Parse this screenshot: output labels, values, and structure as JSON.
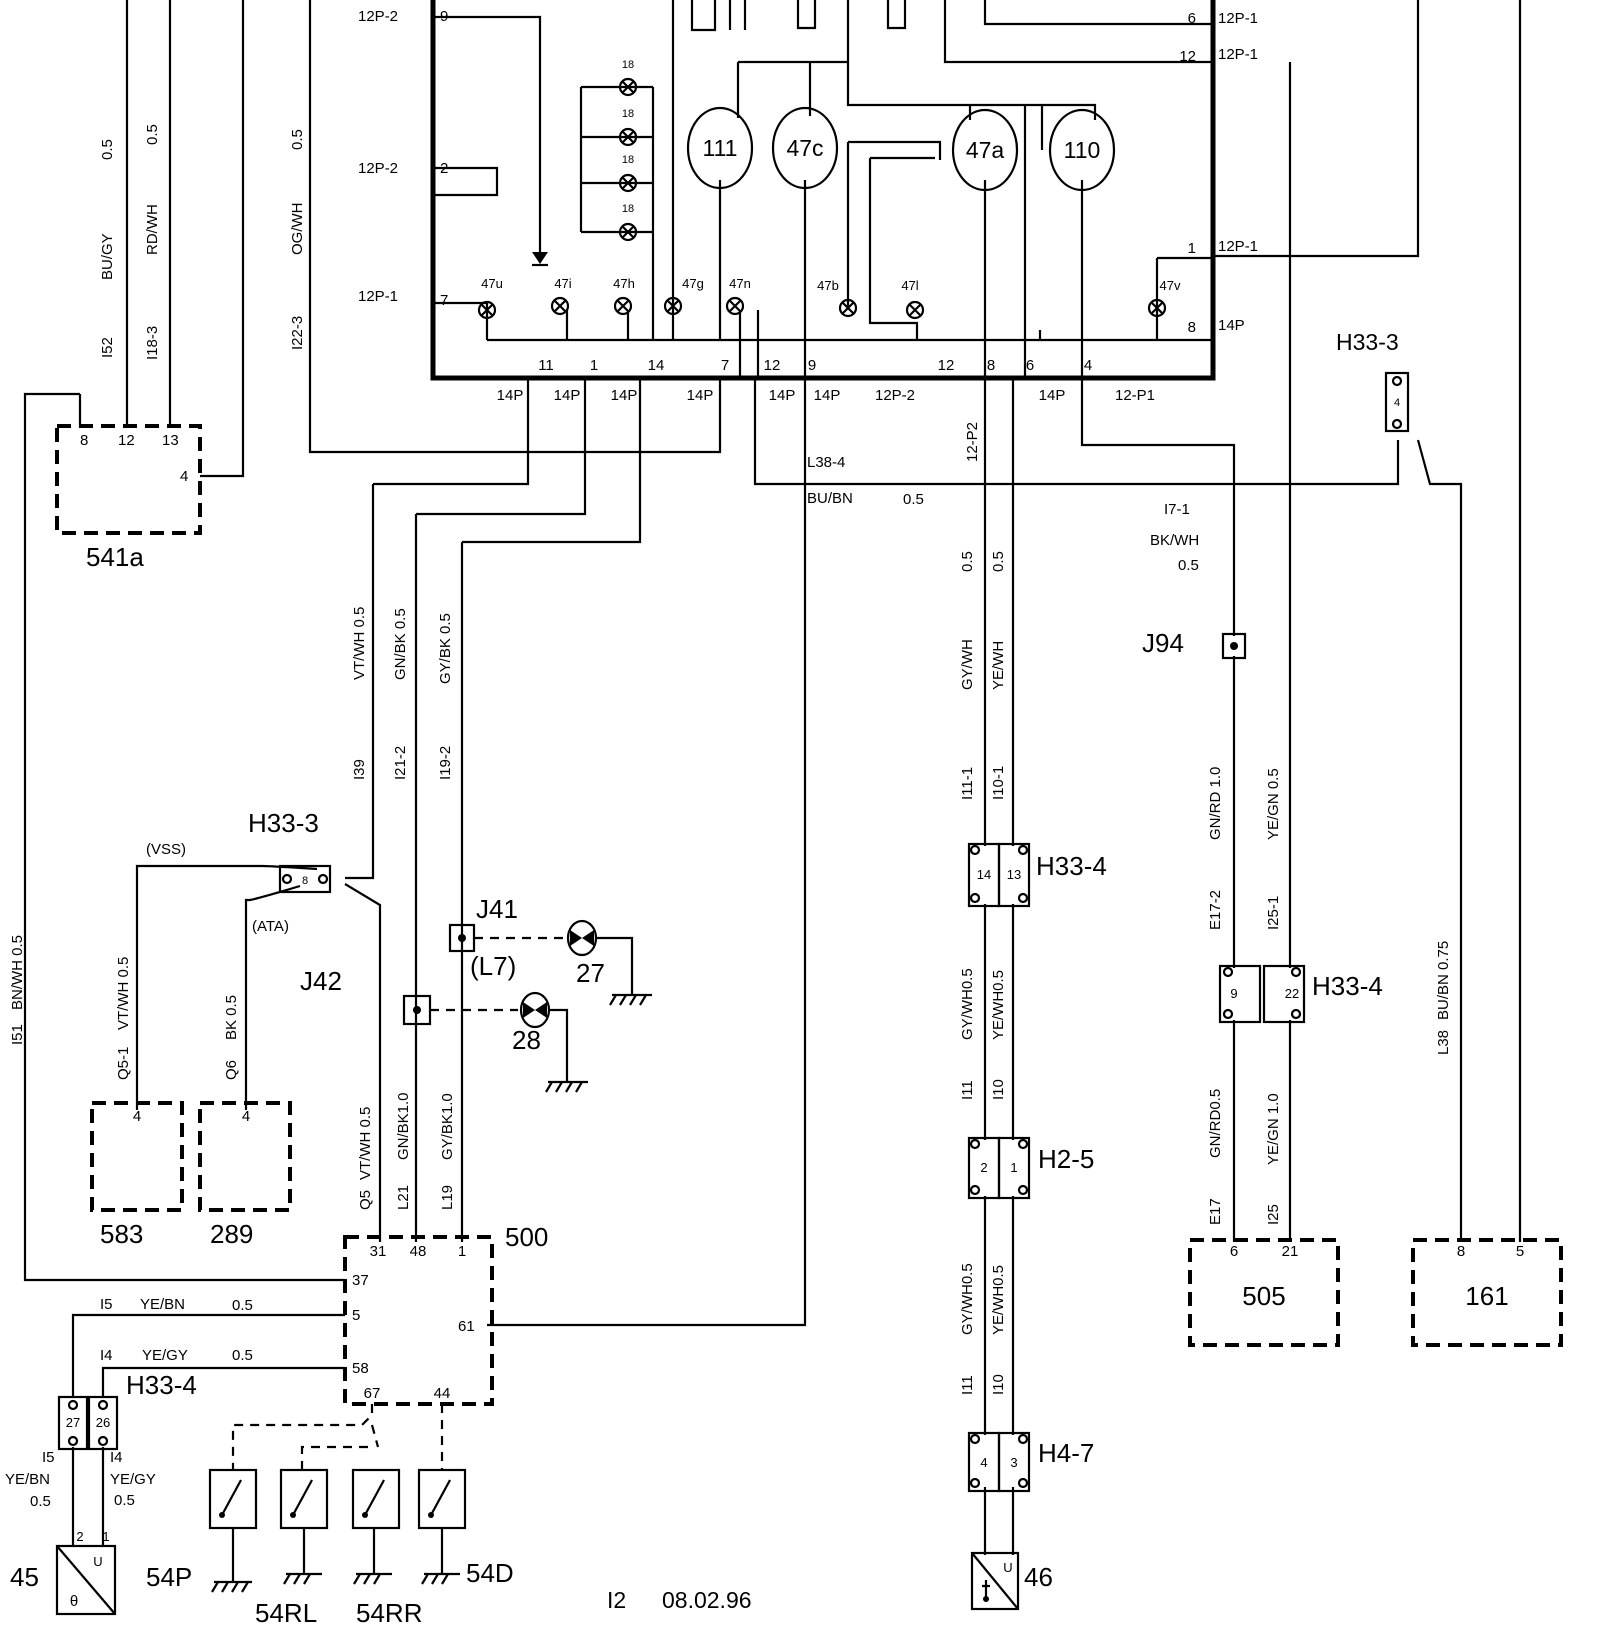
{
  "meters": {
    "m111": "111",
    "m47c": "47c",
    "m47a": "47a",
    "m110": "110"
  },
  "lamps": {
    "l47u": "47u",
    "l47i1": "47i",
    "l47h": "47h",
    "l47g": "47g",
    "l47n": "47n",
    "l47b": "47b",
    "l47i2": "47l",
    "l47v": "47v",
    "bulbw": "18"
  },
  "conn": {
    "c12p2a": "12P-2",
    "c12p2b": "12P-2",
    "c12p1a": "12P-1",
    "r6": "6",
    "r12p1a": "12P-1",
    "r12": "12",
    "r12p1b": "12P-1",
    "r1": "1",
    "r12p1c": "12P-1",
    "r8": "8",
    "r14p": "14P",
    "p9": "9",
    "p2": "2",
    "p7": "7",
    "b11": "11",
    "b1": "1",
    "b14": "14",
    "b7": "7",
    "b12": "12",
    "b9": "9",
    "b12b": "12",
    "b8": "8",
    "b6": "6",
    "b4": "4",
    "u14pa": "14P",
    "u14pb": "14P",
    "u14pc": "14P",
    "u14pd": "14P",
    "u14pe": "14P",
    "u14pf": "14P",
    "u12p2": "12P-2",
    "u14pg": "14P",
    "u12p1": "12-P1",
    "h333top": "H33-3",
    "h333topPin": "4"
  },
  "wires": {
    "w152": "I52",
    "wbugy": "BU/GY",
    "w05a": "0.5",
    "w1183": "I18-3",
    "wrdwh": "RD/WH",
    "w05b": "0.5",
    "w1223": "I22-3",
    "wogwh": "OG/WH",
    "w05c": "0.5",
    "wl384": "L38-4",
    "wbubn": "BU/BN",
    "w05d": "0.5",
    "w12p2v": "12-P2",
    "w171": "I7-1",
    "wbkwh": "BK/WH",
    "w05e": "0.5",
    "w139": "I39",
    "wvtwh": "VT/WH 0.5",
    "w1212": "I21-2",
    "wgnbk": "GN/BK 0.5",
    "w1192": "I19-2",
    "wgybk": "GY/BK 0.5",
    "w111a": "I11-1",
    "wgywh": "GY/WH",
    "w05f": "0.5",
    "w101a": "I10-1",
    "wyewh": "YE/WH",
    "w05g": "0.5",
    "we172": "E17-2",
    "wgnrd": "GN/RD 1.0",
    "w1251": "I25-1",
    "wyegn": "YE/GN 0.5",
    "w151": "I51",
    "wbnwh": "BN/WH 0.5",
    "wq51": "Q5-1",
    "wvtwh2": "VT/WH 0.5",
    "wq6": "Q6",
    "wbk05": "BK 0.5",
    "wq5": "Q5",
    "wvtwh3": "VT/WH 0.5",
    "wl21": "L21",
    "wgnbk1": "GN/BK1.0",
    "wl19": "L19",
    "wgybk1": "GY/BK1.0",
    "wi11b": "I11",
    "wgywh2": "GY/WH0.5",
    "wi10b": "I10",
    "wyewh2": "YE/WH0.5",
    "wi11c": "I11",
    "wgywh3": "GY/WH0.5",
    "wi10c": "I10",
    "wyewh3": "YE/WH0.5",
    "we17": "E17",
    "wgnrd2": "GN/RD0.5",
    "wi25": "I25",
    "wyegn2": "YE/GN 1.0",
    "wl38": "L38",
    "wbubn2": "BU/BN 0.75",
    "wi5": "I5",
    "wyebn": "YE/BN",
    "w05h": "0.5",
    "wi4": "I4",
    "wyegy": "YE/GY",
    "w05i": "0.5",
    "wi5b": "I5",
    "wyebn2": "YE/BN",
    "w05j": "0.5",
    "wi4b": "I4",
    "wyegy2": "YE/GY",
    "w05k": "0.5"
  },
  "components": {
    "c541a": "541a",
    "c541p8": "8",
    "c541p12": "12",
    "c541p13": "13",
    "c541p4": "4",
    "vss": "(VSS)",
    "ata": "(ATA)",
    "h333mid": "H33-3",
    "h333midPin": "8",
    "j41": "J41",
    "l7": "(L7)",
    "n27": "27",
    "j42": "J42",
    "n28": "28",
    "c583": "583",
    "c583p": "4",
    "c289": "289",
    "c289p": "4",
    "c500": "500",
    "p31": "31",
    "p48": "48",
    "p1": "1",
    "p37": "37",
    "p5": "5",
    "p58": "58",
    "p61": "61",
    "p67": "67",
    "p44": "44",
    "h334left": "H33-4",
    "h334lp27": "27",
    "h334lp26": "26",
    "c45": "45",
    "c45p2": "2",
    "c45p1": "1",
    "c45u": "U",
    "c45theta": "θ",
    "s54p": "54P",
    "s54rl": "54RL",
    "s54rr": "54RR",
    "s54d": "54D",
    "h334a": "H33-4",
    "h334ap14": "14",
    "h334ap13": "13",
    "h25": "H2-5",
    "h25p2": "2",
    "h25p1": "1",
    "h47": "H4-7",
    "h47p4": "4",
    "h47p3": "3",
    "c46": "46",
    "c46u": "U",
    "j94": "J94",
    "h334b": "H33-4",
    "h334bp9": "9",
    "h334bp22": "22",
    "c505": "505",
    "c505p6": "6",
    "c505p21": "21",
    "c161": "161",
    "c161p8": "8",
    "c161p5": "5"
  },
  "footer": {
    "sheet": "I2",
    "date": "08.02.96"
  }
}
